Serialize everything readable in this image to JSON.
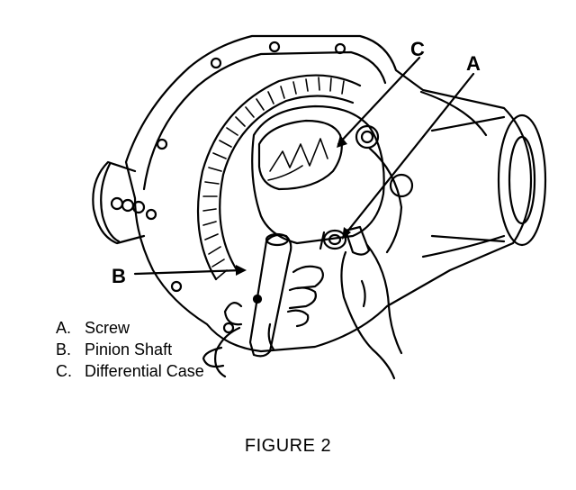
{
  "callouts": {
    "a": "A",
    "b": "B",
    "c": "C"
  },
  "legend": {
    "items": [
      {
        "key": "A.",
        "text": "Screw"
      },
      {
        "key": "B.",
        "text": "Pinion Shaft"
      },
      {
        "key": "C.",
        "text": "Differential Case"
      }
    ]
  },
  "caption": "FIGURE 2",
  "colors": {
    "ink": "#000000",
    "paper": "#ffffff"
  }
}
